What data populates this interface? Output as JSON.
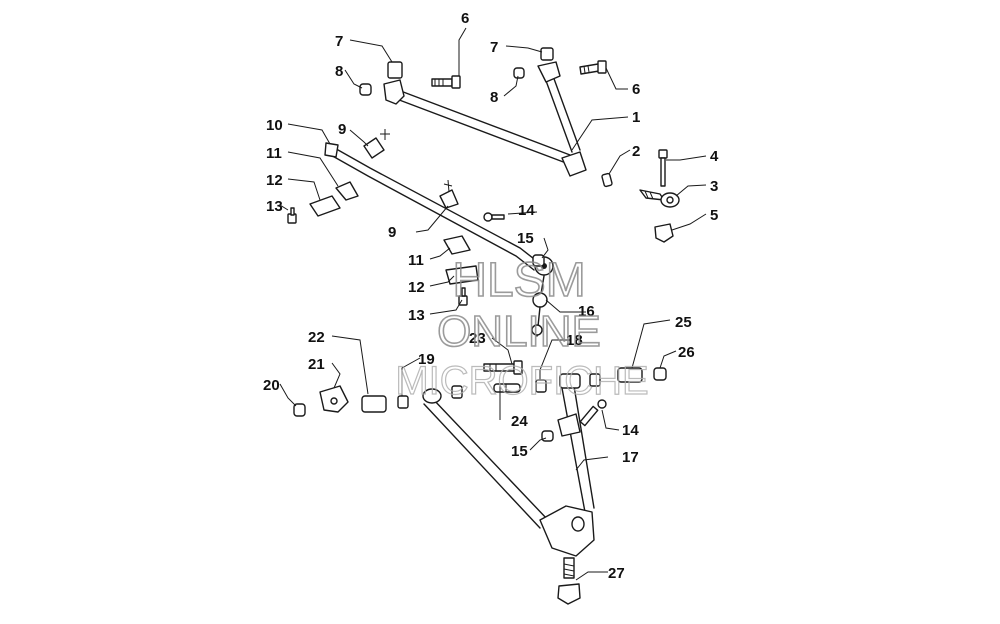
{
  "callouts": [
    {
      "id": "c6a",
      "text": "6"
    },
    {
      "id": "c7a",
      "text": "7"
    },
    {
      "id": "c8a",
      "text": "8"
    },
    {
      "id": "c7b",
      "text": "7"
    },
    {
      "id": "c6b",
      "text": "6"
    },
    {
      "id": "c8b",
      "text": "8"
    },
    {
      "id": "c1",
      "text": "1"
    },
    {
      "id": "c2",
      "text": "2"
    },
    {
      "id": "c4",
      "text": "4"
    },
    {
      "id": "c3",
      "text": "3"
    },
    {
      "id": "c5",
      "text": "5"
    },
    {
      "id": "c10",
      "text": "10"
    },
    {
      "id": "c9a",
      "text": "9"
    },
    {
      "id": "c11a",
      "text": "11"
    },
    {
      "id": "c12a",
      "text": "12"
    },
    {
      "id": "c13a",
      "text": "13"
    },
    {
      "id": "c14a",
      "text": "14"
    },
    {
      "id": "c9b",
      "text": "9"
    },
    {
      "id": "c15a",
      "text": "15"
    },
    {
      "id": "c11b",
      "text": "11"
    },
    {
      "id": "c12b",
      "text": "12"
    },
    {
      "id": "c13b",
      "text": "13"
    },
    {
      "id": "c16",
      "text": "16"
    },
    {
      "id": "c23",
      "text": "23"
    },
    {
      "id": "c18",
      "text": "18"
    },
    {
      "id": "c22",
      "text": "22"
    },
    {
      "id": "c25",
      "text": "25"
    },
    {
      "id": "c26",
      "text": "26"
    },
    {
      "id": "c21",
      "text": "21"
    },
    {
      "id": "c19",
      "text": "19"
    },
    {
      "id": "c20",
      "text": "20"
    },
    {
      "id": "c24",
      "text": "24"
    },
    {
      "id": "c14b",
      "text": "14"
    },
    {
      "id": "c15b",
      "text": "15"
    },
    {
      "id": "c17",
      "text": "17"
    },
    {
      "id": "c27",
      "text": "27"
    }
  ],
  "watermark": {
    "line1": "HLSM",
    "line2": "ONLINE",
    "line3": "MICROFICHE"
  }
}
